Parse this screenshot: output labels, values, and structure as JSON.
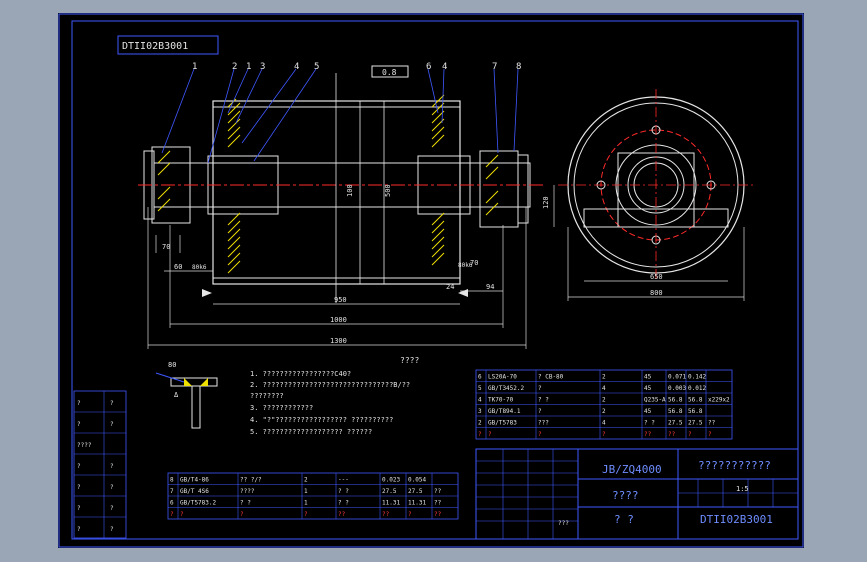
{
  "colors": {
    "background": "#9aa6b6",
    "sheet": "#000000",
    "border": "#3f58ff",
    "outline": "#e6e6e6",
    "centerline": "#ff2a2a",
    "hatch": "#f0e000",
    "dimension": "#d8d8d8",
    "leader": "#3f58ff"
  },
  "drawing_code_box": "DTII02B3001",
  "top_tolerance": "0.8",
  "leader_numbers": [
    "1",
    "2",
    "1",
    "3",
    "4",
    "5",
    "6",
    "4",
    "7",
    "8"
  ],
  "dimensions": {
    "overall_bottom": "1300",
    "middle_bottom": "1000",
    "drum_width": "950",
    "left_gap": "60",
    "right_a": "24",
    "right_b": "94",
    "small_left": "70",
    "small_right": "70",
    "bearing_left": "80k6",
    "bearing_right": "80k6",
    "center_height": "120",
    "side_overall": "800",
    "side_base": "650",
    "shaft_d": "100",
    "drum_d": "500"
  },
  "notes_title": "????",
  "notes": [
    "1. ?????????????????C40?",
    "2. ???????????????????????????????B/??",
    "   ????????",
    "3. ????????????",
    "4. \"?\"?????????????????  ??????????",
    "5. ???????????????????  ??????"
  ],
  "weld_detail": {
    "labels": [
      "80",
      "Δ"
    ]
  },
  "parts_list_right": [
    [
      "6",
      "LS20A-70",
      "? CB-80",
      "2",
      "45",
      "0.071",
      "0.142",
      ""
    ],
    [
      "5",
      "GB/T3452.2",
      "?",
      "4",
      "45",
      "0.003",
      "0.012",
      ""
    ],
    [
      "4",
      "TK70-70",
      "? ?",
      "2",
      "Q235-A",
      "56.8",
      "56.8",
      "x229x2"
    ],
    [
      "3",
      "GB/T894.1",
      "?",
      "2",
      "45",
      "56.8",
      "56.8",
      ""
    ],
    [
      "2",
      "GB/T5783",
      "???",
      "4",
      "? ?",
      "27.5",
      "27.5",
      "??"
    ],
    [
      "?",
      "?",
      "?",
      "?",
      "??",
      "??",
      "?",
      "?"
    ]
  ],
  "parts_list_left": [
    [
      "8",
      "GB/T4-86",
      "?? ?/?",
      "2",
      "---",
      "0.023",
      "0.054",
      ""
    ],
    [
      "7",
      "GB/T 4S6",
      "????",
      "1",
      "? ?",
      "27.5",
      "27.5",
      "??"
    ],
    [
      "6",
      "GB/T5783.2",
      "? ?",
      "1",
      "? ?",
      "11.31",
      "11.31",
      "??"
    ],
    [
      "?",
      "?",
      "?",
      "?",
      "??",
      "??",
      "?",
      "??"
    ]
  ],
  "title_block": {
    "standard": "JB/ZQ4000",
    "name": "???????????",
    "sub": "????",
    "drawing_no": "DTII02B3001",
    "scale_label": "1:5",
    "sheet": "?  ?",
    "company": "???"
  },
  "left_side_table": [
    [
      "?",
      "?"
    ],
    [
      "?",
      "?"
    ],
    [
      "????",
      ""
    ],
    [
      "?",
      "?"
    ],
    [
      "?",
      "?"
    ],
    [
      "?",
      "?"
    ],
    [
      "?",
      "?"
    ]
  ]
}
